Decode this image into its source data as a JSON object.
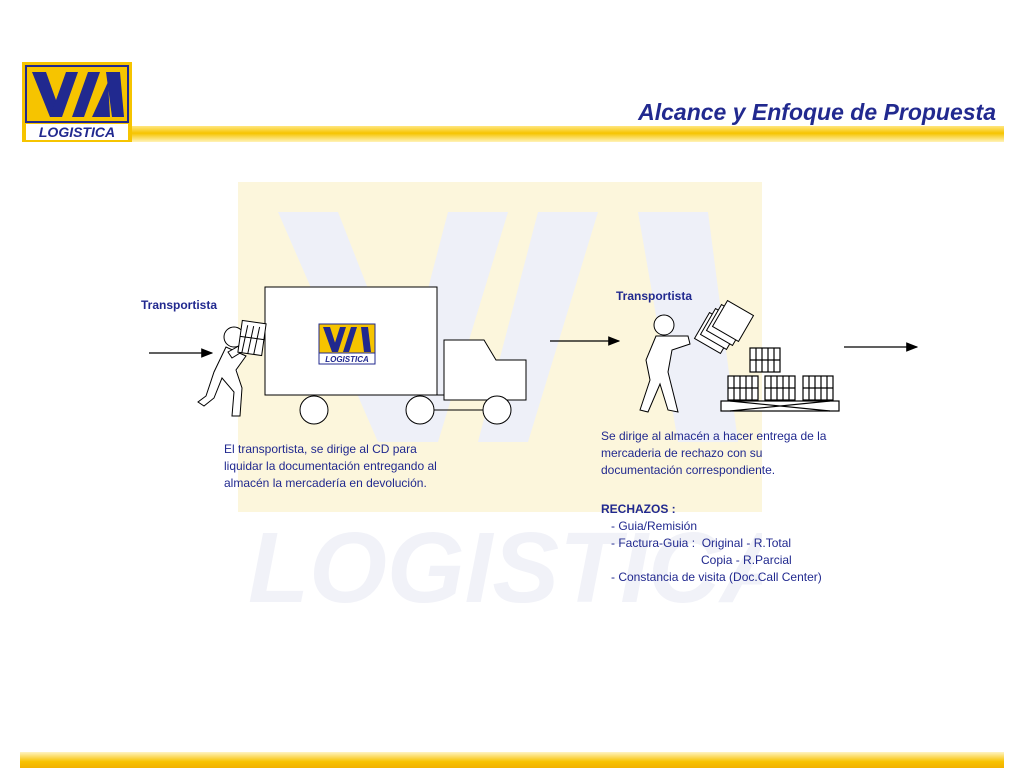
{
  "header": {
    "title": "Alcance y Enfoque de Propuesta",
    "logo_text": "LOGISTICA",
    "logo_mark": "VIA",
    "colors": {
      "navy": "#21298f",
      "yellow": "#f6c400"
    }
  },
  "watermark": {
    "text": "LOGISTICA"
  },
  "step1": {
    "actor_label": "Transportista",
    "truck_logo_text": "LOGISTICA",
    "description_lines": [
      "El transportista, se dirige al CD para",
      "liquidar la documentación entregando al",
      "almacén la mercadería en devolución."
    ]
  },
  "step2": {
    "actor_label": "Transportista",
    "description_lines": [
      "Se dirige al almacén a hacer entrega de la",
      "mercaderia de rechazo con su",
      "documentación correspondiente."
    ],
    "rechazos": {
      "title": "RECHAZOS :",
      "items": [
        "   - Guia/Remisión",
        "   - Factura-Guia :  Original - R.Total",
        "                              Copia - R.Parcial",
        "   - Constancia de visita (Doc.Call Center)"
      ]
    }
  }
}
